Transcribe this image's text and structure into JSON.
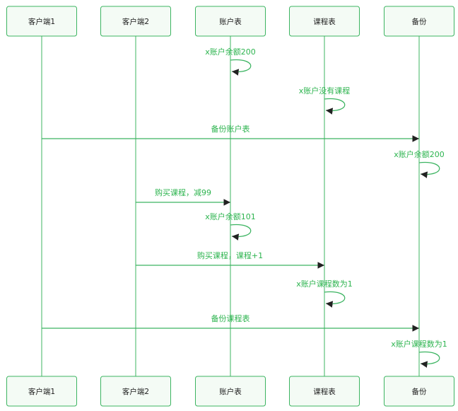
{
  "participants": [
    {
      "id": "c1",
      "label": "客户端1"
    },
    {
      "id": "c2",
      "label": "客户端2"
    },
    {
      "id": "acct",
      "label": "账户表"
    },
    {
      "id": "course",
      "label": "课程表"
    },
    {
      "id": "backup",
      "label": "备份"
    }
  ],
  "messages": [
    {
      "from": "acct",
      "to": "acct",
      "label": "x账户余额200"
    },
    {
      "from": "course",
      "to": "course",
      "label": "x账户没有课程"
    },
    {
      "from": "c1",
      "to": "backup",
      "label": "备份账户表"
    },
    {
      "from": "backup",
      "to": "backup",
      "label": "x账户余额200"
    },
    {
      "from": "c2",
      "to": "acct",
      "label": "购买课程，减99"
    },
    {
      "from": "acct",
      "to": "acct",
      "label": "x账户余额101"
    },
    {
      "from": "c2",
      "to": "course",
      "label": "购买课程，课程+1"
    },
    {
      "from": "course",
      "to": "course",
      "label": "x账户课程数为1"
    },
    {
      "from": "c1",
      "to": "backup",
      "label": "备份课程表"
    },
    {
      "from": "backup",
      "to": "backup",
      "label": "x账户课程数为1"
    }
  ],
  "colors": {
    "line": "#3cb461",
    "text": "#2db44f",
    "box_fill": "#f4fbf5",
    "arrow": "#222222"
  }
}
